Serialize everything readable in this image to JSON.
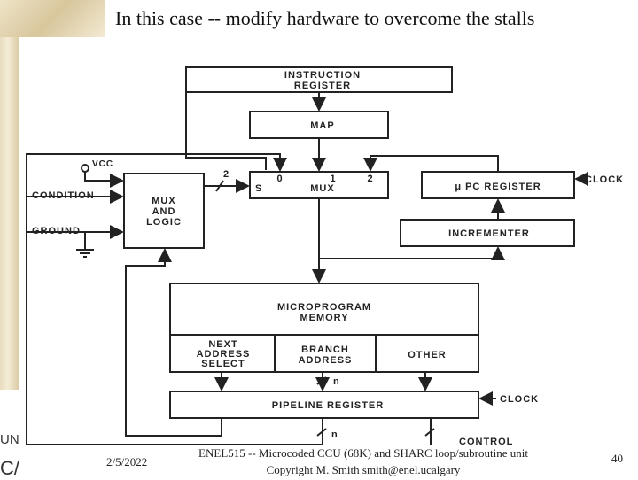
{
  "slide": {
    "title": "In this case -- modify hardware to overcome the stalls",
    "date": "2/5/2022",
    "footer_line1": "ENEL515 -- Microcoded CCU (68K) and SHARC loop/subroutine unit",
    "footer_line2": "Copyright M. Smith smith@enel.ucalgary",
    "page_number": "40",
    "logo_fragment_1": "UN",
    "logo_fragment_2": "C/"
  },
  "diagram": {
    "instruction_register": [
      "INSTRUCTION",
      "REGISTER"
    ],
    "map": "MAP",
    "mux": "MUX",
    "mux_inputs": [
      "0",
      "1",
      "2"
    ],
    "mux_select": "S",
    "mux_select_width": "2",
    "mux_and_logic": [
      "MUX",
      "AND",
      "LOGIC"
    ],
    "upc_register": "μ PC REGISTER",
    "incrementer": "INCREMENTER",
    "microprogram_memory": [
      "MICROPROGRAM",
      "MEMORY"
    ],
    "next_address_select": [
      "NEXT",
      "ADDRESS",
      "SELECT"
    ],
    "branch_address": [
      "BRANCH",
      "ADDRESS"
    ],
    "other": "OTHER",
    "pipeline_register": "PIPELINE REGISTER",
    "clock_1": "CLOCK",
    "clock_2": "CLOCK",
    "vcc": "VCC",
    "condition": "CONDITION",
    "ground": "GROUND",
    "bus_n_1": "n",
    "bus_n_2": "n",
    "control": "CONTROL"
  }
}
